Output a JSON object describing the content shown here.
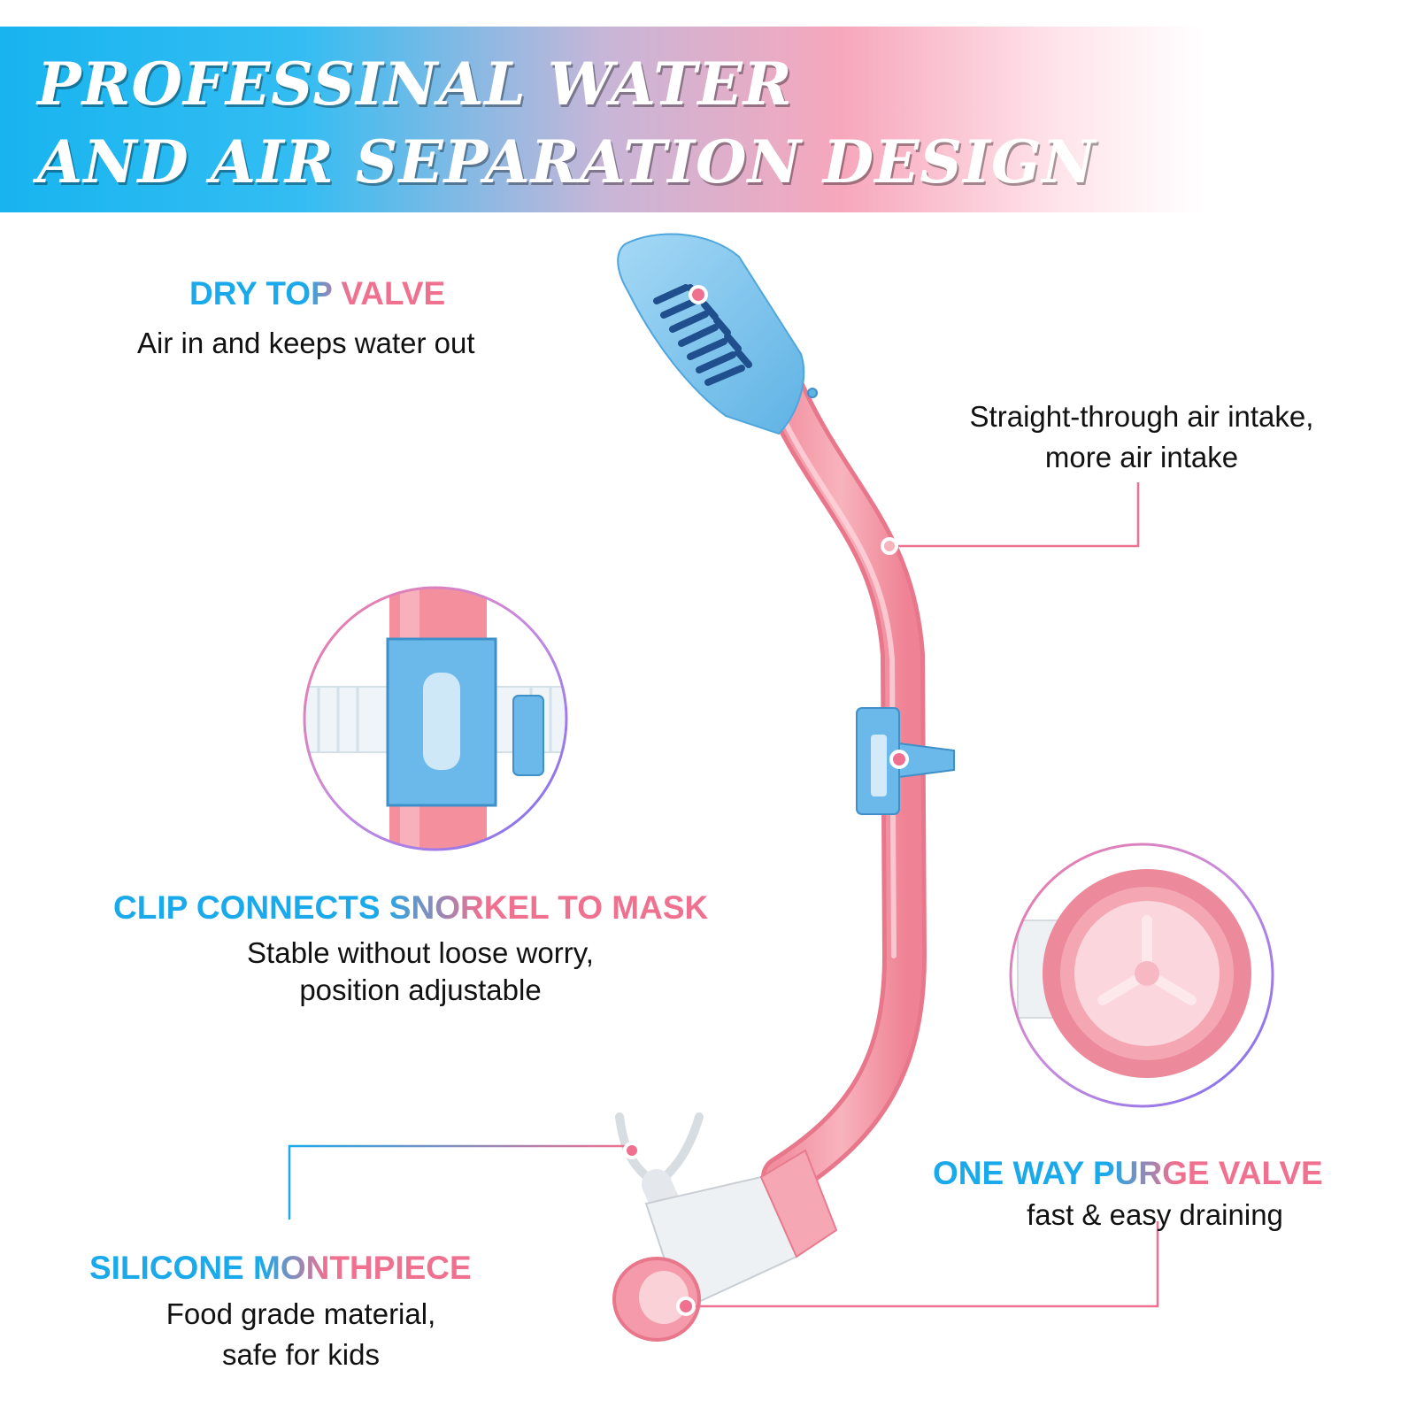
{
  "banner": {
    "line1": "PROFESSINAL WATER",
    "line2": "AND AIR SEPARATION DESIGN"
  },
  "callouts": {
    "dry_top_valve": {
      "title": "DRY TOP VALVE",
      "desc": "Air in and keeps water out"
    },
    "air_intake": {
      "line1": "Straight-through air intake,",
      "line2": "more air intake"
    },
    "clip": {
      "title": "CLIP CONNECTS SNORKEL TO MASK",
      "line1": "Stable without loose worry,",
      "line2": "position adjustable"
    },
    "purge_valve": {
      "title": "ONE WAY PURGE VALVE",
      "desc": "fast & easy draining"
    },
    "mouthpiece": {
      "title": "SILICONE MONTHPIECE",
      "line1": "Food grade material,",
      "line2": "safe for kids"
    }
  },
  "colors": {
    "blue": "#1aa9ea",
    "pink": "#f0708f",
    "tube_pink": "#f4a0ad",
    "valve_blue": "#7ec3ea"
  }
}
